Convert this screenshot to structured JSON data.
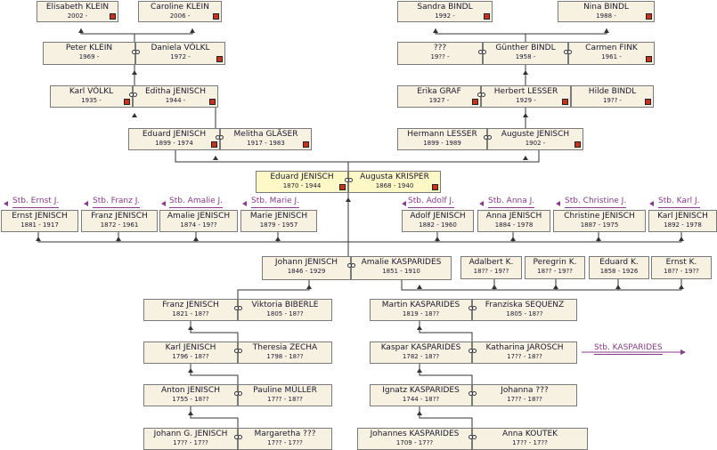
{
  "people": [
    {
      "id": "elisabeth_klein",
      "name": "Elisabeth KLEIN",
      "dates": "2002 -",
      "marker": true,
      "color": "#c8321e"
    },
    {
      "id": "caroline_klein",
      "name": "Caroline KLEIN",
      "dates": "2006 -",
      "marker": true
    },
    {
      "id": "sandra_bindl",
      "name": "Sandra BINDL",
      "dates": "1992 -",
      "marker": true
    },
    {
      "id": "nina_bindl",
      "name": "Nina BINDL",
      "dates": "1988 -",
      "marker": true
    },
    {
      "id": "peter_klein",
      "name": "Peter KLEIN",
      "dates": "1969 -",
      "marker": false
    },
    {
      "id": "daniela_voelkl",
      "name": "Daniela VÖLKL",
      "dates": "1972 -",
      "marker": true
    },
    {
      "id": "unknown_bindl",
      "name": "???",
      "dates": "19?? -",
      "marker": false
    },
    {
      "id": "guenther_bindl",
      "name": "Günther BINDL",
      "dates": "1958 -",
      "marker": false
    },
    {
      "id": "carmen_fink",
      "name": "Carmen FINK",
      "dates": "1961 -",
      "marker": true
    },
    {
      "id": "karl_voelkl",
      "name": "Karl VÖLKL",
      "dates": "1935 -",
      "marker": true
    },
    {
      "id": "editha_jenisch",
      "name": "Editha JENISCH",
      "dates": "1944 -",
      "marker": true
    },
    {
      "id": "erika_graf",
      "name": "Erika GRAF",
      "dates": "1927 -",
      "marker": true
    },
    {
      "id": "herbert_lesser",
      "name": "Herbert LESSER",
      "dates": "1929 -",
      "marker": true
    },
    {
      "id": "hilde_bindl",
      "name": "Hilde BINDL",
      "dates": "19?? -",
      "marker": true
    },
    {
      "id": "eduard_jenisch_1899",
      "name": "Eduard JENISCH",
      "dates": "1899 - 1974",
      "marker": true
    },
    {
      "id": "melitha_glaeser",
      "name": "Melitha GLÄSER",
      "dates": "1917 - 1983",
      "marker": true
    },
    {
      "id": "hermann_lesser",
      "name": "Hermann LESSER",
      "dates": "1899 - 1989",
      "marker": false
    },
    {
      "id": "auguste_jenisch",
      "name": "Auguste JENISCH",
      "dates": "1902 -",
      "marker": true
    },
    {
      "id": "eduard_jenisch_1870",
      "name": "Eduard JENISCH",
      "dates": "1870 - 1944",
      "marker": true,
      "highlight": true
    },
    {
      "id": "augusta_krisper",
      "name": "Augusta KRISPER",
      "dates": "1868 - 1940",
      "marker": true,
      "highlight": true
    },
    {
      "id": "ernst_jenisch",
      "name": "Ernst JENISCH",
      "dates": "1881 - 1917",
      "marker": false
    },
    {
      "id": "franz_jenisch_1872",
      "name": "Franz JENISCH",
      "dates": "1872 - 1961",
      "marker": false
    },
    {
      "id": "amalie_jenisch",
      "name": "Amalie JENISCH",
      "dates": "1874 - 19??",
      "marker": false
    },
    {
      "id": "marie_jenisch",
      "name": "Marie JENISCH",
      "dates": "1879 - 1957",
      "marker": false
    },
    {
      "id": "adolf_jenisch",
      "name": "Adolf JENISCH",
      "dates": "1882 - 1960",
      "marker": false
    },
    {
      "id": "anna_jenisch",
      "name": "Anna JENISCH",
      "dates": "1884 - 1978",
      "marker": false
    },
    {
      "id": "christine_jenisch",
      "name": "Christine JENISCH",
      "dates": "1887 - 1975",
      "marker": false
    },
    {
      "id": "karl_jenisch_1892",
      "name": "Karl JENISCH",
      "dates": "1892 - 1978",
      "marker": false
    },
    {
      "id": "johann_jenisch",
      "name": "Johann JENISCH",
      "dates": "1846 - 1929",
      "marker": false
    },
    {
      "id": "amalie_kasparides",
      "name": "Amalie KASPARIDES",
      "dates": "1851 - 1910",
      "marker": false
    },
    {
      "id": "adalbert_k",
      "name": "Adalbert K.",
      "dates": "18?? - 19??",
      "marker": false
    },
    {
      "id": "peregrin_k",
      "name": "Peregrin K.",
      "dates": "18?? - 19??",
      "marker": false
    },
    {
      "id": "eduard_k",
      "name": "Eduard K.",
      "dates": "1858 - 1926",
      "marker": false
    },
    {
      "id": "ernst_k",
      "name": "Ernst K.",
      "dates": "18?? - 19??",
      "marker": false
    },
    {
      "id": "franz_jenisch_1821",
      "name": "Franz JENISCH",
      "dates": "1821 - 18??",
      "marker": false
    },
    {
      "id": "viktoria_biberle",
      "name": "Viktoria BIBERLE",
      "dates": "1805 - 18??",
      "marker": false
    },
    {
      "id": "martin_kasparides",
      "name": "Martin KASPARIDES",
      "dates": "1819 - 18??",
      "marker": false
    },
    {
      "id": "franziska_sequenz",
      "name": "Franziska SEQUENZ",
      "dates": "1805 - 18??",
      "marker": false
    },
    {
      "id": "karl_jenisch_1796",
      "name": "Karl JENISCH",
      "dates": "1796 - 18??",
      "marker": false
    },
    {
      "id": "theresia_zecha",
      "name": "Theresia ZECHA",
      "dates": "1798 - 18??",
      "marker": false
    },
    {
      "id": "kaspar_kasparides",
      "name": "Kaspar KASPARIDES",
      "dates": "1782 - 18??",
      "marker": false
    },
    {
      "id": "katharina_jarosch",
      "name": "Katharina JAROSCH",
      "dates": "17?? - 18??",
      "marker": false
    },
    {
      "id": "anton_jenisch",
      "name": "Anton JENISCH",
      "dates": "1755 - 18??",
      "marker": false
    },
    {
      "id": "pauline_mueller",
      "name": "Pauline MÜLLER",
      "dates": "17?? - 18??",
      "marker": false
    },
    {
      "id": "ignatz_kasparides",
      "name": "Ignatz KASPARIDES",
      "dates": "1744 - 18??",
      "marker": false
    },
    {
      "id": "johanna_unknown",
      "name": "Johanna ???",
      "dates": "17?? - 18??",
      "marker": false
    },
    {
      "id": "johann_g_jenisch",
      "name": "Johann G. JENISCH",
      "dates": "17?? - 17??",
      "marker": false
    },
    {
      "id": "margaretha_unknown",
      "name": "Margaretha ???",
      "dates": "17?? - 17??",
      "marker": false
    },
    {
      "id": "johannes_kasparides",
      "name": "Johannes KASPARIDES",
      "dates": "1709 - 17??",
      "marker": false
    },
    {
      "id": "anna_koutek",
      "name": "Anna KOUTEK",
      "dates": "17?? - 17??",
      "marker": false
    }
  ],
  "links": [
    {
      "id": "stb_ernst",
      "label": "Stb. Ernst J."
    },
    {
      "id": "stb_franz",
      "label": "Stb. Franz J."
    },
    {
      "id": "stb_amalie",
      "label": "Stb. Amalie J."
    },
    {
      "id": "stb_marie",
      "label": "Stb. Marie J."
    },
    {
      "id": "stb_adolf",
      "label": "Stb. Adolf J."
    },
    {
      "id": "stb_anna",
      "label": "Stb. Anna J."
    },
    {
      "id": "stb_christine",
      "label": "Stb. Christine J."
    },
    {
      "id": "stb_karl",
      "label": "Stb. Karl J."
    },
    {
      "id": "stb_kasparides",
      "label": "Stb. KASPARIDES"
    }
  ],
  "colors": {
    "box_bg": "#f7f1e1",
    "highlight_bg": "#fdf8c6",
    "border": "#7a7a7a",
    "line": "#333333",
    "link": "#8a3a8a",
    "marker": "#c8321e"
  }
}
